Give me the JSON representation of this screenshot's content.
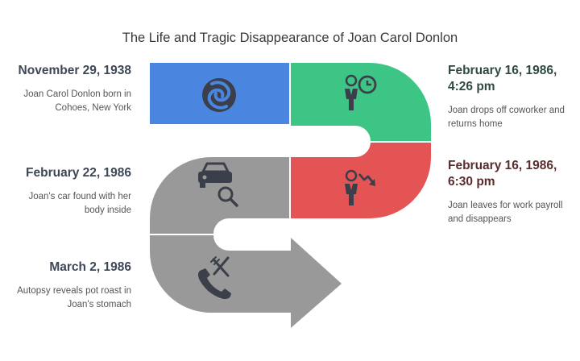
{
  "title": "The Life and Tragic Disappearance of Joan Carol Donlon",
  "events": [
    {
      "date": "November 29, 1938",
      "description": "Joan Carol Donlon born in Cohoes, New York",
      "color": "#4a86e0",
      "icon": "swirl-logo-icon"
    },
    {
      "date": "February 16, 1986, 4:26 pm",
      "description": "Joan drops off coworker and returns home",
      "color": "#3dc585",
      "icon": "person-clock-icon"
    },
    {
      "date": "February 16, 1986, 6:30 pm",
      "description": "Joan leaves for work payroll and disappears",
      "color": "#e55454",
      "icon": "person-decline-icon"
    },
    {
      "date": "February 22, 1986",
      "description": "Joan's car found with her body inside",
      "color": "#999999",
      "icon": "car-search-icon"
    },
    {
      "date": "March 2, 1986",
      "description": "Autopsy reveals pot roast in Joan's stomach",
      "color": "#999999",
      "icon": "phone-utensils-icon"
    }
  ],
  "colors": {
    "left_text": "#3d4757",
    "right_green_text": "#2f4a3e",
    "right_red_text": "#5a2d2d",
    "icon": "#3a3f4a"
  }
}
